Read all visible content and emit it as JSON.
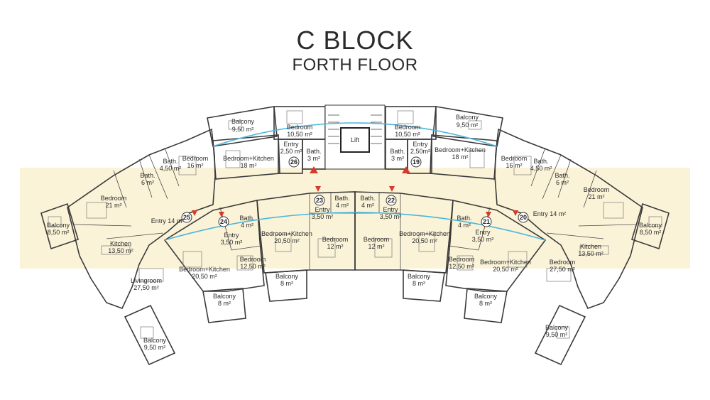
{
  "header": {
    "title": "C BLOCK",
    "subtitle": "FORTH FLOOR"
  },
  "colors": {
    "beige": "#e9e2d2",
    "pink": "#f3d3da",
    "blue": "#e2edf7",
    "green": "#dcebd4",
    "orange": "#fbe4c3",
    "lime": "#e8efc9",
    "band": "#fbf3d8",
    "door": "#d63a2a"
  },
  "core": {
    "lift": "Lift"
  },
  "rooms": {
    "a26_balcony": "Balcony",
    "a26_balcony_area": "9,50 m²",
    "a26_bedroom": "Bedroom",
    "a26_bedroom_area": "10,50 m²",
    "a26_bk": "Bedroom+Kitchen",
    "a26_bk_area": "18 m²",
    "a26_entry": "Entry",
    "a26_entry_area": "2,50 m²",
    "a26_bath": "Bath.",
    "a26_bath_area": "3 m²",
    "a19_balcony": "Balcony",
    "a19_balcony_area": "9,50 m²",
    "a19_bedroom": "Bedroom",
    "a19_bedroom_area": "10,50 m²",
    "a19_bk": "Bedroom+Kitchen",
    "a19_bk_area": "18 m²",
    "a19_entry": "Entry",
    "a19_entry_area": "2,50m²",
    "a19_bath": "Bath.",
    "a19_bath_area": "3 m²",
    "a25_bed16": "Bedroom",
    "a25_bed16_area": "16 m²",
    "a25_bath50": "Bath.",
    "a25_bath50_area": "4,50 m²",
    "a25_bath6": "Bath.",
    "a25_bath6_area": "6 m²",
    "a25_bed21": "Bedroom",
    "a25_bed21_area": "21 m²",
    "a25_entry": "Entry 14 m²",
    "a25_balcony_l": "Balcony",
    "a25_balcony_l_area": "8,50 m²",
    "a25_kitchen": "Kitchen",
    "a25_kitchen_area": "13,50 m²",
    "a25_living": "Livingroom",
    "a25_living_area": "27,50 m²",
    "a25_balcony_b": "Balcony",
    "a25_balcony_b_area": "9,50 m²",
    "a20_bed16": "Bedroom",
    "a20_bed16_area": "16 m²",
    "a20_bath50": "Bath.",
    "a20_bath50_area": "4,50 m²",
    "a20_bath6": "Bath.",
    "a20_bath6_area": "6 m²",
    "a20_bed21": "Bedroom",
    "a20_bed21_area": "21 m²",
    "a20_entry": "Entry 14 m²",
    "a20_balcony_r": "Balcony",
    "a20_balcony_r_area": "8,50 m²",
    "a20_kitchen": "Kitchen",
    "a20_kitchen_area": "13,50 m²",
    "a20_bedroom": "Bedroom",
    "a20_bedroom_area": "27,50 m²",
    "a20_balcony_b": "Balcony",
    "a20_balcony_b_area": "9,50 m²",
    "a24_bath": "Bath.",
    "a24_bath_area": "4 m²",
    "a24_entry": "Entry",
    "a24_entry_area": "3,50 m²",
    "a24_bk": "Bedroom+Kitchen",
    "a24_bk_area": "20,50 m²",
    "a24_bed": "Bedroom",
    "a24_bed_area": "12,50 m²",
    "a24_balcony": "Balcony",
    "a24_balcony_area": "8 m²",
    "a23_bath": "Bath.",
    "a23_bath_area": "4 m²",
    "a23_entry": "Entry",
    "a23_entry_area": "3,50 m²",
    "a23_bk": "Bedroom+Kitchen",
    "a23_bk_area": "20,50 m²",
    "a23_bed": "Bedroom",
    "a23_bed_area": "12 m²",
    "a23_balcony": "Balcony",
    "a23_balcony_area": "8 m²",
    "a22_bath": "Bath.",
    "a22_bath_area": "4 m²",
    "a22_entry": "Entry",
    "a22_entry_area": "3,50 m²",
    "a22_bk": "Bedroom+Kitchen",
    "a22_bk_area": "20,50 m²",
    "a22_bed": "Bedroom",
    "a22_bed_area": "12 m²",
    "a22_balcony": "Balcony",
    "a22_balcony_area": "8 m²",
    "a21_bath": "Bath.",
    "a21_bath_area": "4 m²",
    "a21_entry": "Entry",
    "a21_entry_area": "3,50 m²",
    "a21_bk": "Bedroom+Kitchen",
    "a21_bk_area": "20,50 m²",
    "a21_bed": "Bedroom",
    "a21_bed_area": "12,50 m²",
    "a21_balcony": "Balcony",
    "a21_balcony_area": "8 m²"
  },
  "units": {
    "u26": "26",
    "u19": "19",
    "u25": "25",
    "u20": "20",
    "u24": "24",
    "u23": "23",
    "u22": "22",
    "u21": "21"
  }
}
